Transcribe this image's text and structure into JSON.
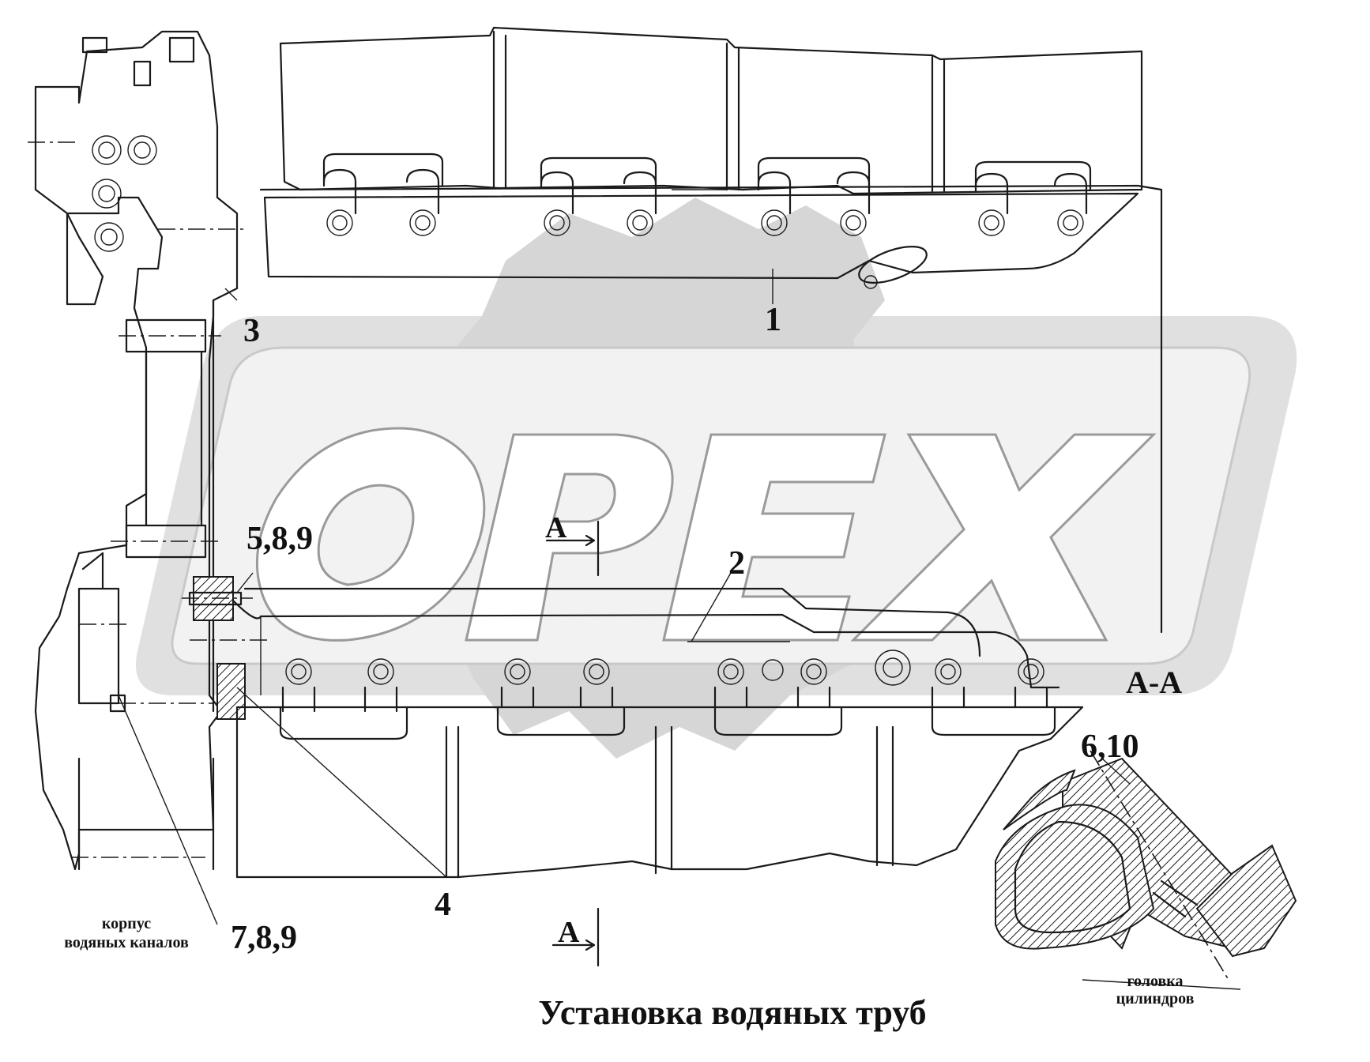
{
  "watermark": {
    "brand": "OPEX"
  },
  "callouts": {
    "c1": "1",
    "c2": "2",
    "c3": "3",
    "c4": "4",
    "c589": "5,8,9",
    "c610": "6,10",
    "c789": "7,8,9"
  },
  "section": {
    "mark_top": "A",
    "mark_bottom": "A",
    "view_title": "А-А"
  },
  "notes": {
    "housing_line1": "корпус",
    "housing_line2": "водяных каналов",
    "head_line1": "головка",
    "head_line2": "цилиндров"
  },
  "caption": "Установка водяных труб"
}
